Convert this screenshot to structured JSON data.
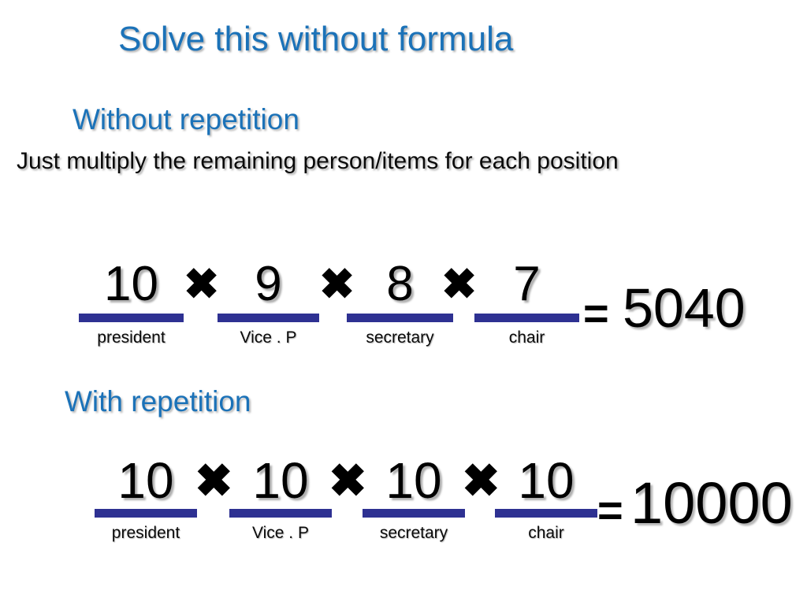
{
  "slide": {
    "title": "Solve this without formula",
    "background_color": "#ffffff",
    "accent_blue": "#1b72b8",
    "rule_color": "#2e3192",
    "text_color": "#000000"
  },
  "sections": [
    {
      "heading": "Without repetition",
      "body": "Just multiply the remaining person/items for each position",
      "equation": {
        "terms": [
          {
            "value": "10",
            "label": "president"
          },
          {
            "value": "9",
            "label": "Vice . P"
          },
          {
            "value": "8",
            "label": "secretary"
          },
          {
            "value": "7",
            "label": "chair"
          }
        ],
        "operator": "✖",
        "equals": "=",
        "result": "5040"
      }
    },
    {
      "heading": "With repetition",
      "equation": {
        "terms": [
          {
            "value": "10",
            "label": "president"
          },
          {
            "value": "10",
            "label": "Vice . P"
          },
          {
            "value": "10",
            "label": "secretary"
          },
          {
            "value": "10",
            "label": "chair"
          }
        ],
        "operator": "✖",
        "equals": "=",
        "result": "10000"
      }
    }
  ]
}
